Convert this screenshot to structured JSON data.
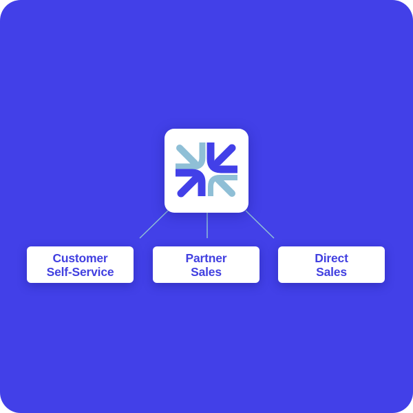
{
  "colors": {
    "background": "#4240E8",
    "card": "#FFFFFF",
    "text": "#4240E0",
    "logo_dark": "#4240E8",
    "logo_light": "#8FBFD6",
    "connector": "#8FBFD6"
  },
  "hub": {
    "icon": "arrows-converging-logo-icon"
  },
  "nodes": [
    {
      "line1": "Customer",
      "line2": "Self-Service"
    },
    {
      "line1": "Partner",
      "line2": "Sales"
    },
    {
      "line1": "Direct",
      "line2": "Sales"
    }
  ]
}
